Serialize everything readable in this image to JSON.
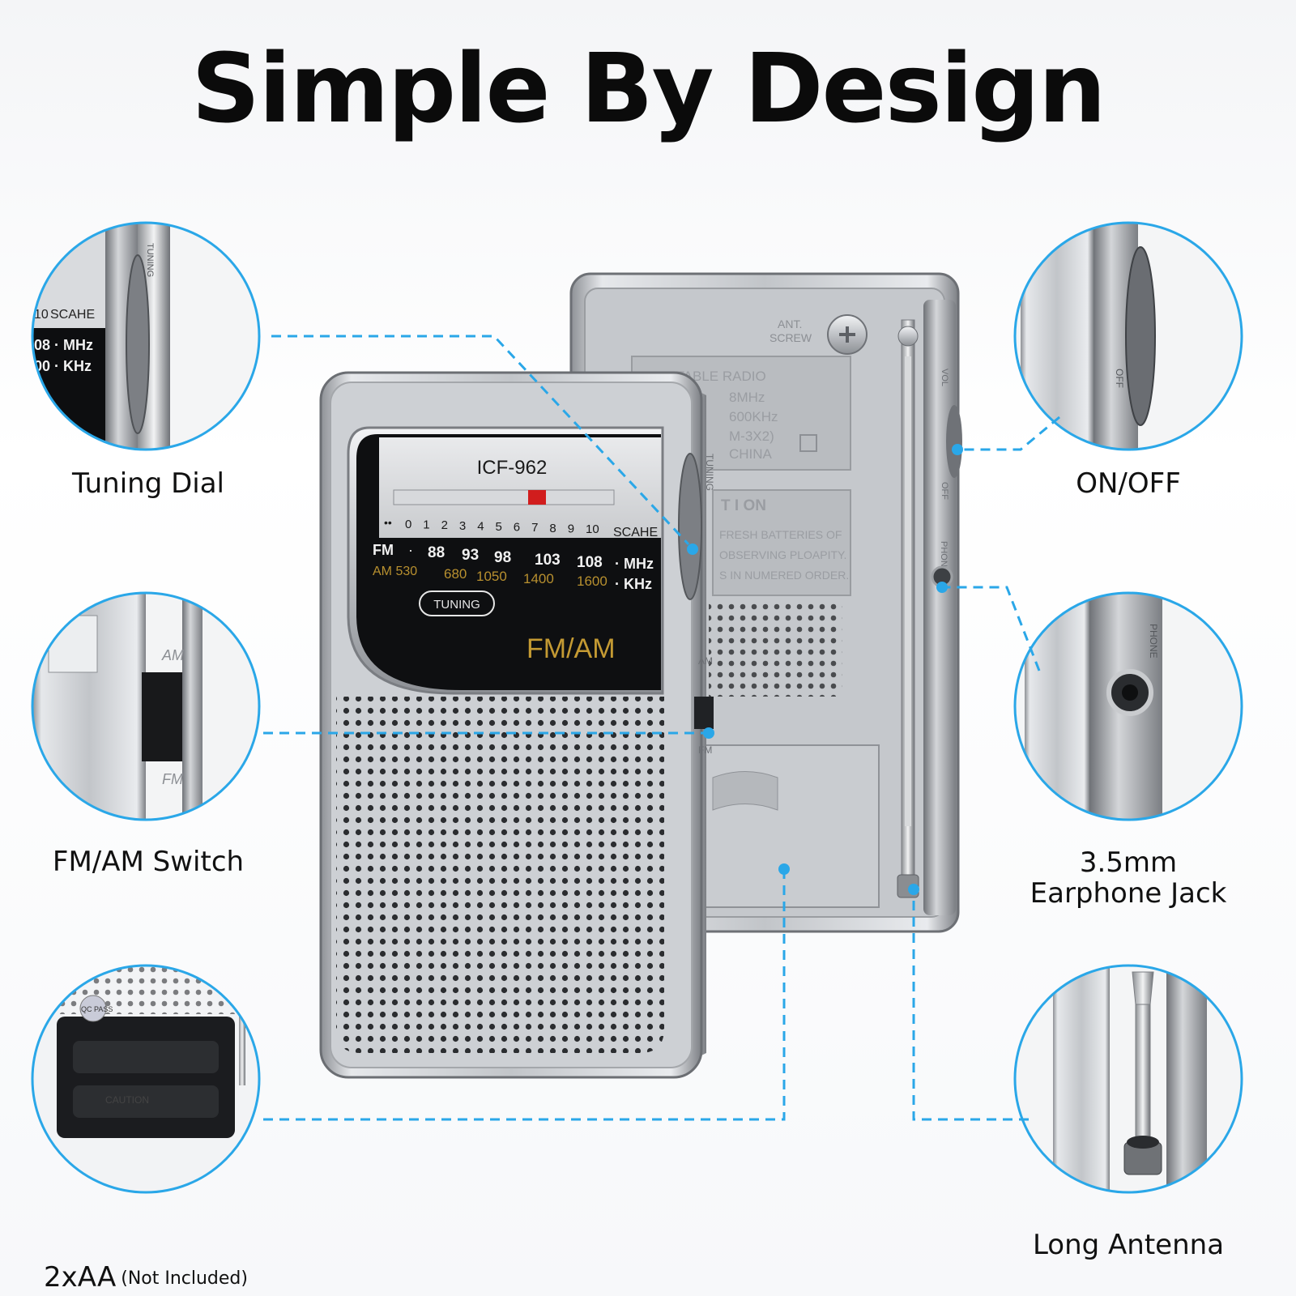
{
  "headline": "Simple By Design",
  "accent_color": "#2aa7e8",
  "radio": {
    "model": "ICF-962",
    "scale_numbers": [
      "0",
      "1",
      "2",
      "3",
      "4",
      "5",
      "6",
      "7",
      "8",
      "9",
      "10"
    ],
    "scale_dots": "••",
    "scale_word": "SCAHE",
    "fm_label": "FM",
    "fm_dot": "·",
    "fm_values": [
      "88",
      "93",
      "98",
      "103",
      "108"
    ],
    "fm_unit": "· MHz",
    "am_label": "AM 530",
    "am_values": [
      "680",
      "1050",
      "1400",
      "1600"
    ],
    "am_unit": "· KHz",
    "tuning_label": "TUNING",
    "band_logo": "FM/AM",
    "side_tuning": "TUNING",
    "side_am": "AM",
    "side_fm": "FM"
  },
  "back": {
    "screw_label_1": "ANT.",
    "screw_label_2": "SCREW",
    "spec_lines": [
      "PORTABLE RADIO",
      "8MHz",
      "600KHz",
      "M-3X2)",
      "CHINA"
    ],
    "caution_title": "T I ON",
    "caution_lines": [
      "FRESH BATTERIES OF",
      "OBSERVING PLOAPITY.",
      "S IN NUMERED ORDER."
    ],
    "vol_label": "VOL",
    "off_label": "OFF",
    "phone_label": "PHONE"
  },
  "features": {
    "tuning_dial": "Tuning Dial",
    "on_off": "ON/OFF",
    "fm_am_switch": "FM/AM Switch",
    "earphone_jack": "3.5mm\nEarphone Jack",
    "battery": "2xAA",
    "battery_note": "(Not Included)",
    "antenna": "Long Antenna"
  },
  "insets": {
    "tuning": {
      "scale_word": "SCAHE",
      "scale_num": "10",
      "mhz": "08 · MHz",
      "khz": "00 · KHz",
      "side": "TUNING"
    },
    "switch": {
      "am": "AM",
      "fm": "FM"
    },
    "power": {
      "off": "OFF"
    },
    "jack": {
      "phone": "PHONE"
    },
    "battery": {
      "qc": "QC PASS",
      "caution": "CAUTION"
    }
  }
}
